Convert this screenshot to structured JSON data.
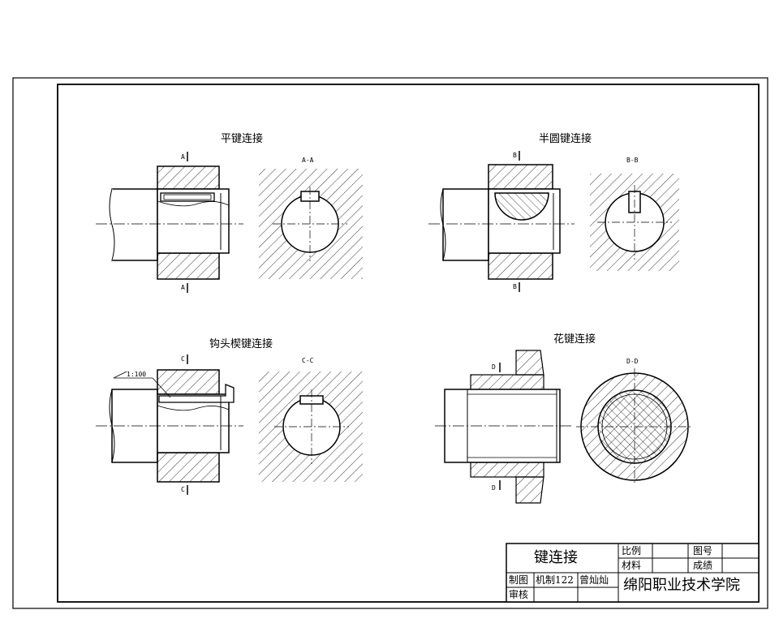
{
  "drawing": {
    "views": [
      {
        "title": "平键连接",
        "section_mark": "A",
        "section_title": "A-A"
      },
      {
        "title": "半圆键连接",
        "section_mark": "B",
        "section_title": "B-B"
      },
      {
        "title": "钩头楔键连接",
        "section_mark": "C",
        "section_title": "C-C",
        "taper_note": "1:100"
      },
      {
        "title": "花键连接",
        "section_mark": "D",
        "section_title": "D-D"
      }
    ]
  },
  "title_block": {
    "drawing_name": "键连接",
    "scale_label": "比例",
    "material_label": "材料",
    "drawing_no_label": "图号",
    "grade_label": "成绩",
    "drawn_label": "制图",
    "class_value": "机制122",
    "drawer_name": "曾灿灿",
    "checked_label": "审核",
    "institution": "绵阳职业技术学院"
  }
}
